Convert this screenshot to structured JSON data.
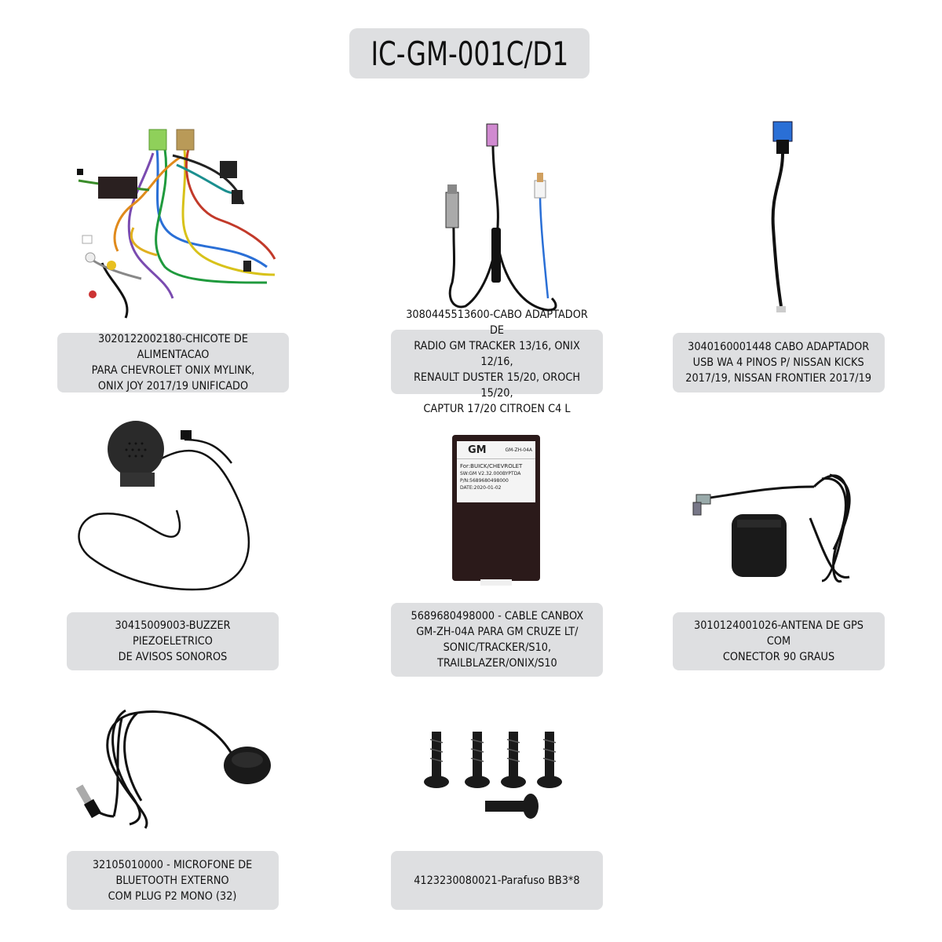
{
  "title": "IC-GM-001C/D1",
  "items": [
    {
      "label": "3020122002180-CHICOTE DE ALIMENTACAO\nPARA CHEVROLET ONIX MYLINK,\nONIX JOY 2017/19 UNIFICADO",
      "icon": "wiring-harness-icon"
    },
    {
      "label": "3080445513600-CABO ADAPTADOR DE\nRADIO GM TRACKER 13/16, ONIX 12/16,\nRENAULT DUSTER 15/20, OROCH 15/20,\nCAPTUR 17/20 CITROEN C4 L",
      "icon": "antenna-adapter-cable-icon"
    },
    {
      "label": "3040160001448 CABO ADAPTADOR\nUSB WA 4 PINOS P/ NISSAN KICKS\n2017/19, NISSAN FRONTIER 2017/19",
      "icon": "usb-adapter-cable-icon"
    },
    {
      "label": "30415009003-BUZZER PIEZOELETRICO\nDE AVISOS SONOROS",
      "icon": "buzzer-icon"
    },
    {
      "label": "5689680498000 - CABLE CANBOX\nGM-ZH-04A PARA GM CRUZE LT/\nSONIC/TRACKER/S10,\nTRAILBLAZER/ONIX/S10",
      "icon": "canbox-icon"
    },
    {
      "label": "3010124001026-ANTENA DE GPS COM\nCONECTOR 90 GRAUS",
      "icon": "gps-antenna-icon"
    },
    {
      "label": "32105010000 - MICROFONE DE\nBLUETOOTH EXTERNO\nCOM PLUG P2 MONO (32)",
      "icon": "microphone-icon"
    },
    {
      "label": "4123230080021-Parafuso BB3*8",
      "icon": "screws-icon"
    }
  ],
  "canbox": {
    "brand": "GM",
    "model_tag": "GM-ZH-04A",
    "line1": "For:BUICK/CHEVROLET",
    "line2": "SW:GM V2.32.000BYPTDA",
    "line3": "P/N:5689680498000",
    "line4": "DATE:2020-01-02"
  }
}
